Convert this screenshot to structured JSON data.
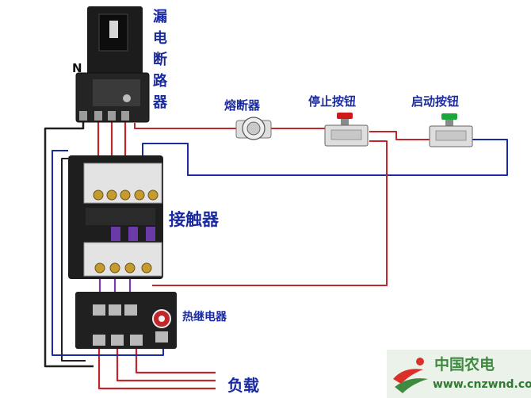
{
  "labels": {
    "breaker": "漏电断路器",
    "neutral": "N",
    "fuse": "熔断器",
    "stop_button": "停止按钮",
    "start_button": "启动按钮",
    "contactor": "接触器",
    "thermal_relay": "热继电器",
    "load": "负载"
  },
  "watermark": {
    "site_name": "中国农电",
    "url": "www.cnzwnd.com"
  },
  "colors": {
    "label_blue": "#1a2aa0",
    "wire_red": "#c0262a",
    "wire_navy": "#1a2aa0",
    "wire_black": "#202020",
    "stop_button_red": "#d01818",
    "start_button_green": "#1aa83a"
  }
}
